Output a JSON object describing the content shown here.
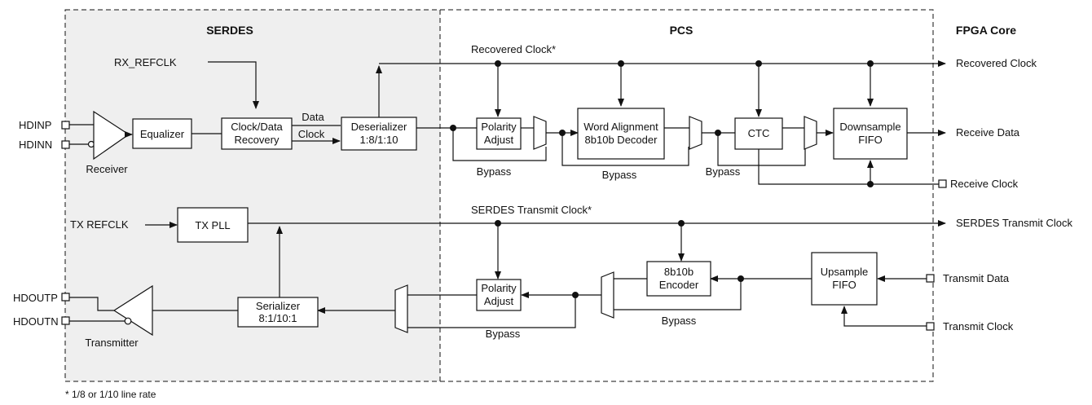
{
  "regions": {
    "serdes": "SERDES",
    "pcs": "PCS",
    "fpga_core": "FPGA Core"
  },
  "blocks": {
    "equalizer": "Equalizer",
    "cdr_line1": "Clock/Data",
    "cdr_line2": "Recovery",
    "deser_line1": "Deserializer",
    "deser_line2": "1:8/1:10",
    "polarity_rx_line1": "Polarity",
    "polarity_rx_line2": "Adjust",
    "word_align_line1": "Word Alignment",
    "word_align_line2": "8b10b Decoder",
    "ctc": "CTC",
    "downsample_line1": "Downsample",
    "downsample_line2": "FIFO",
    "tx_pll": "TX PLL",
    "serializer_line1": "Serializer",
    "serializer_line2": "8:1/10:1",
    "polarity_tx_line1": "Polarity",
    "polarity_tx_line2": "Adjust",
    "encoder_line1": "8b10b",
    "encoder_line2": "Encoder",
    "upsample_line1": "Upsample",
    "upsample_line2": "FIFO"
  },
  "labels": {
    "rx_refclk": "RX_REFCLK",
    "tx_refclk": "TX REFCLK",
    "hdinp": "HDINP",
    "hdinn": "HDINN",
    "receiver": "Receiver",
    "hdoutp": "HDOUTP",
    "hdoutn": "HDOUTN",
    "transmitter": "Transmitter",
    "data": "Data",
    "clock": "Clock",
    "recovered_clock_star": "Recovered Clock*",
    "serdes_tx_clock_star": "SERDES Transmit Clock*",
    "bypass_1": "Bypass",
    "bypass_2": "Bypass",
    "bypass_3": "Bypass",
    "bypass_4": "Bypass",
    "bypass_5": "Bypass"
  },
  "ports": {
    "recovered_clock": "Recovered Clock",
    "receive_data": "Receive Data",
    "receive_clock": "Receive Clock",
    "serdes_tx_clock": "SERDES Transmit Clock",
    "transmit_data": "Transmit Data",
    "transmit_clock": "Transmit Clock"
  },
  "footnote": "* 1/8 or 1/10 line rate"
}
